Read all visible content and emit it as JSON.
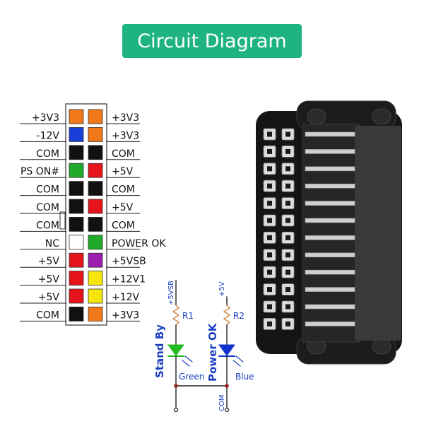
{
  "title": "Circuit Diagram",
  "colors": {
    "orange": "#f07818",
    "blue": "#1a3fd8",
    "black": "#111111",
    "green": "#1faa2a",
    "red": "#e5141a",
    "white": "#ffffff",
    "purple": "#9b1eb0",
    "yellow": "#f5e50a",
    "schematic": "#1a3fbf",
    "wire": "#222222",
    "led_green": "#22bb22",
    "led_blue": "#1133cc",
    "resistor": "#cc8844",
    "junction": "#992222"
  },
  "left_pins": [
    {
      "label": "+3V3",
      "color": "orange"
    },
    {
      "label": "-12V",
      "color": "blue"
    },
    {
      "label": "COM",
      "color": "black"
    },
    {
      "label": "PS ON#",
      "color": "green"
    },
    {
      "label": "COM",
      "color": "black"
    },
    {
      "label": "COM",
      "color": "black"
    },
    {
      "label": "COM",
      "color": "black"
    },
    {
      "label": "NC",
      "color": "white"
    },
    {
      "label": "+5V",
      "color": "red"
    },
    {
      "label": "+5V",
      "color": "red"
    },
    {
      "label": "+5V",
      "color": "red"
    },
    {
      "label": "COM",
      "color": "black"
    }
  ],
  "right_pins": [
    {
      "label": "+3V3",
      "color": "orange"
    },
    {
      "label": "+3V3",
      "color": "orange"
    },
    {
      "label": "COM",
      "color": "black"
    },
    {
      "label": "+5V",
      "color": "red"
    },
    {
      "label": "COM",
      "color": "black"
    },
    {
      "label": "+5V",
      "color": "red"
    },
    {
      "label": "COM",
      "color": "black"
    },
    {
      "label": "POWER OK",
      "color": "green"
    },
    {
      "label": "+5VSB",
      "color": "purple"
    },
    {
      "label": "+12V1",
      "color": "yellow"
    },
    {
      "label": "+12V",
      "color": "yellow"
    },
    {
      "label": "+3V3",
      "color": "orange"
    }
  ],
  "schematic": {
    "v1": "+5VSB",
    "r1": "R1",
    "led1_side": "Stand By",
    "led1_color": "Green",
    "v2": "+5V",
    "r2": "R2",
    "led2_side": "Power OK",
    "led2_color": "Blue",
    "ground": "COM"
  }
}
